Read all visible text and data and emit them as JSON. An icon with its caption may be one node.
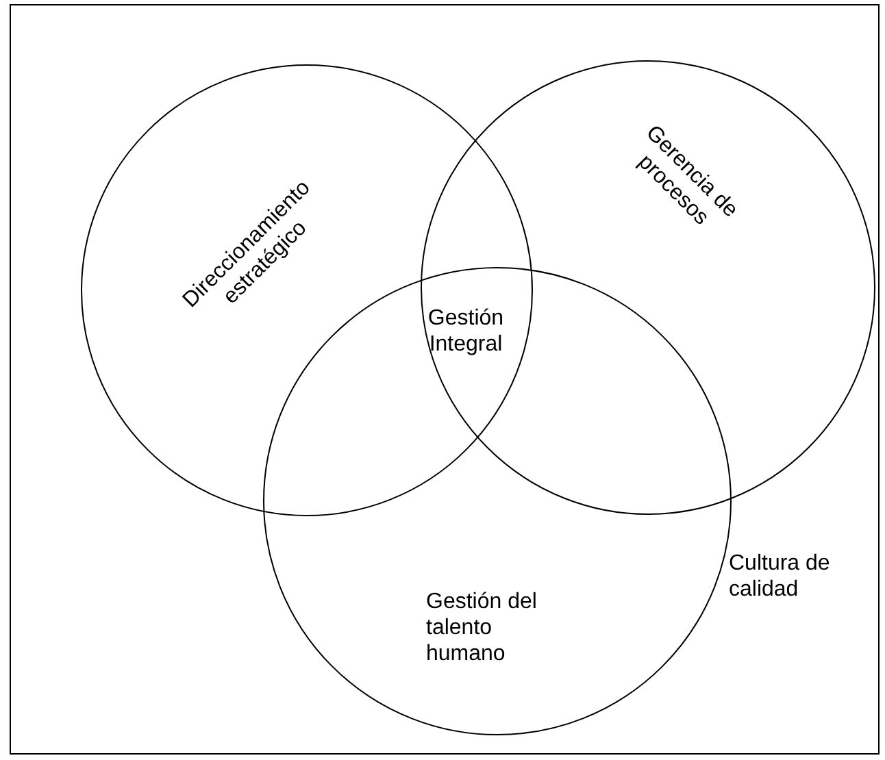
{
  "diagram": {
    "nodes": [
      {
        "text": [
          "Cultura de calidad"
        ]
      },
      {
        "text": [
          "Direccionamiento estratégico"
        ],
        "in": 0
      },
      {
        "text": [
          "Gerencia de procesos"
        ],
        "in": 0
      },
      {
        "text": [
          "Gestión del talento humano"
        ],
        "in": 0
      }
    ],
    "labels": [
      "Gestión Integral"
    ]
  }
}
